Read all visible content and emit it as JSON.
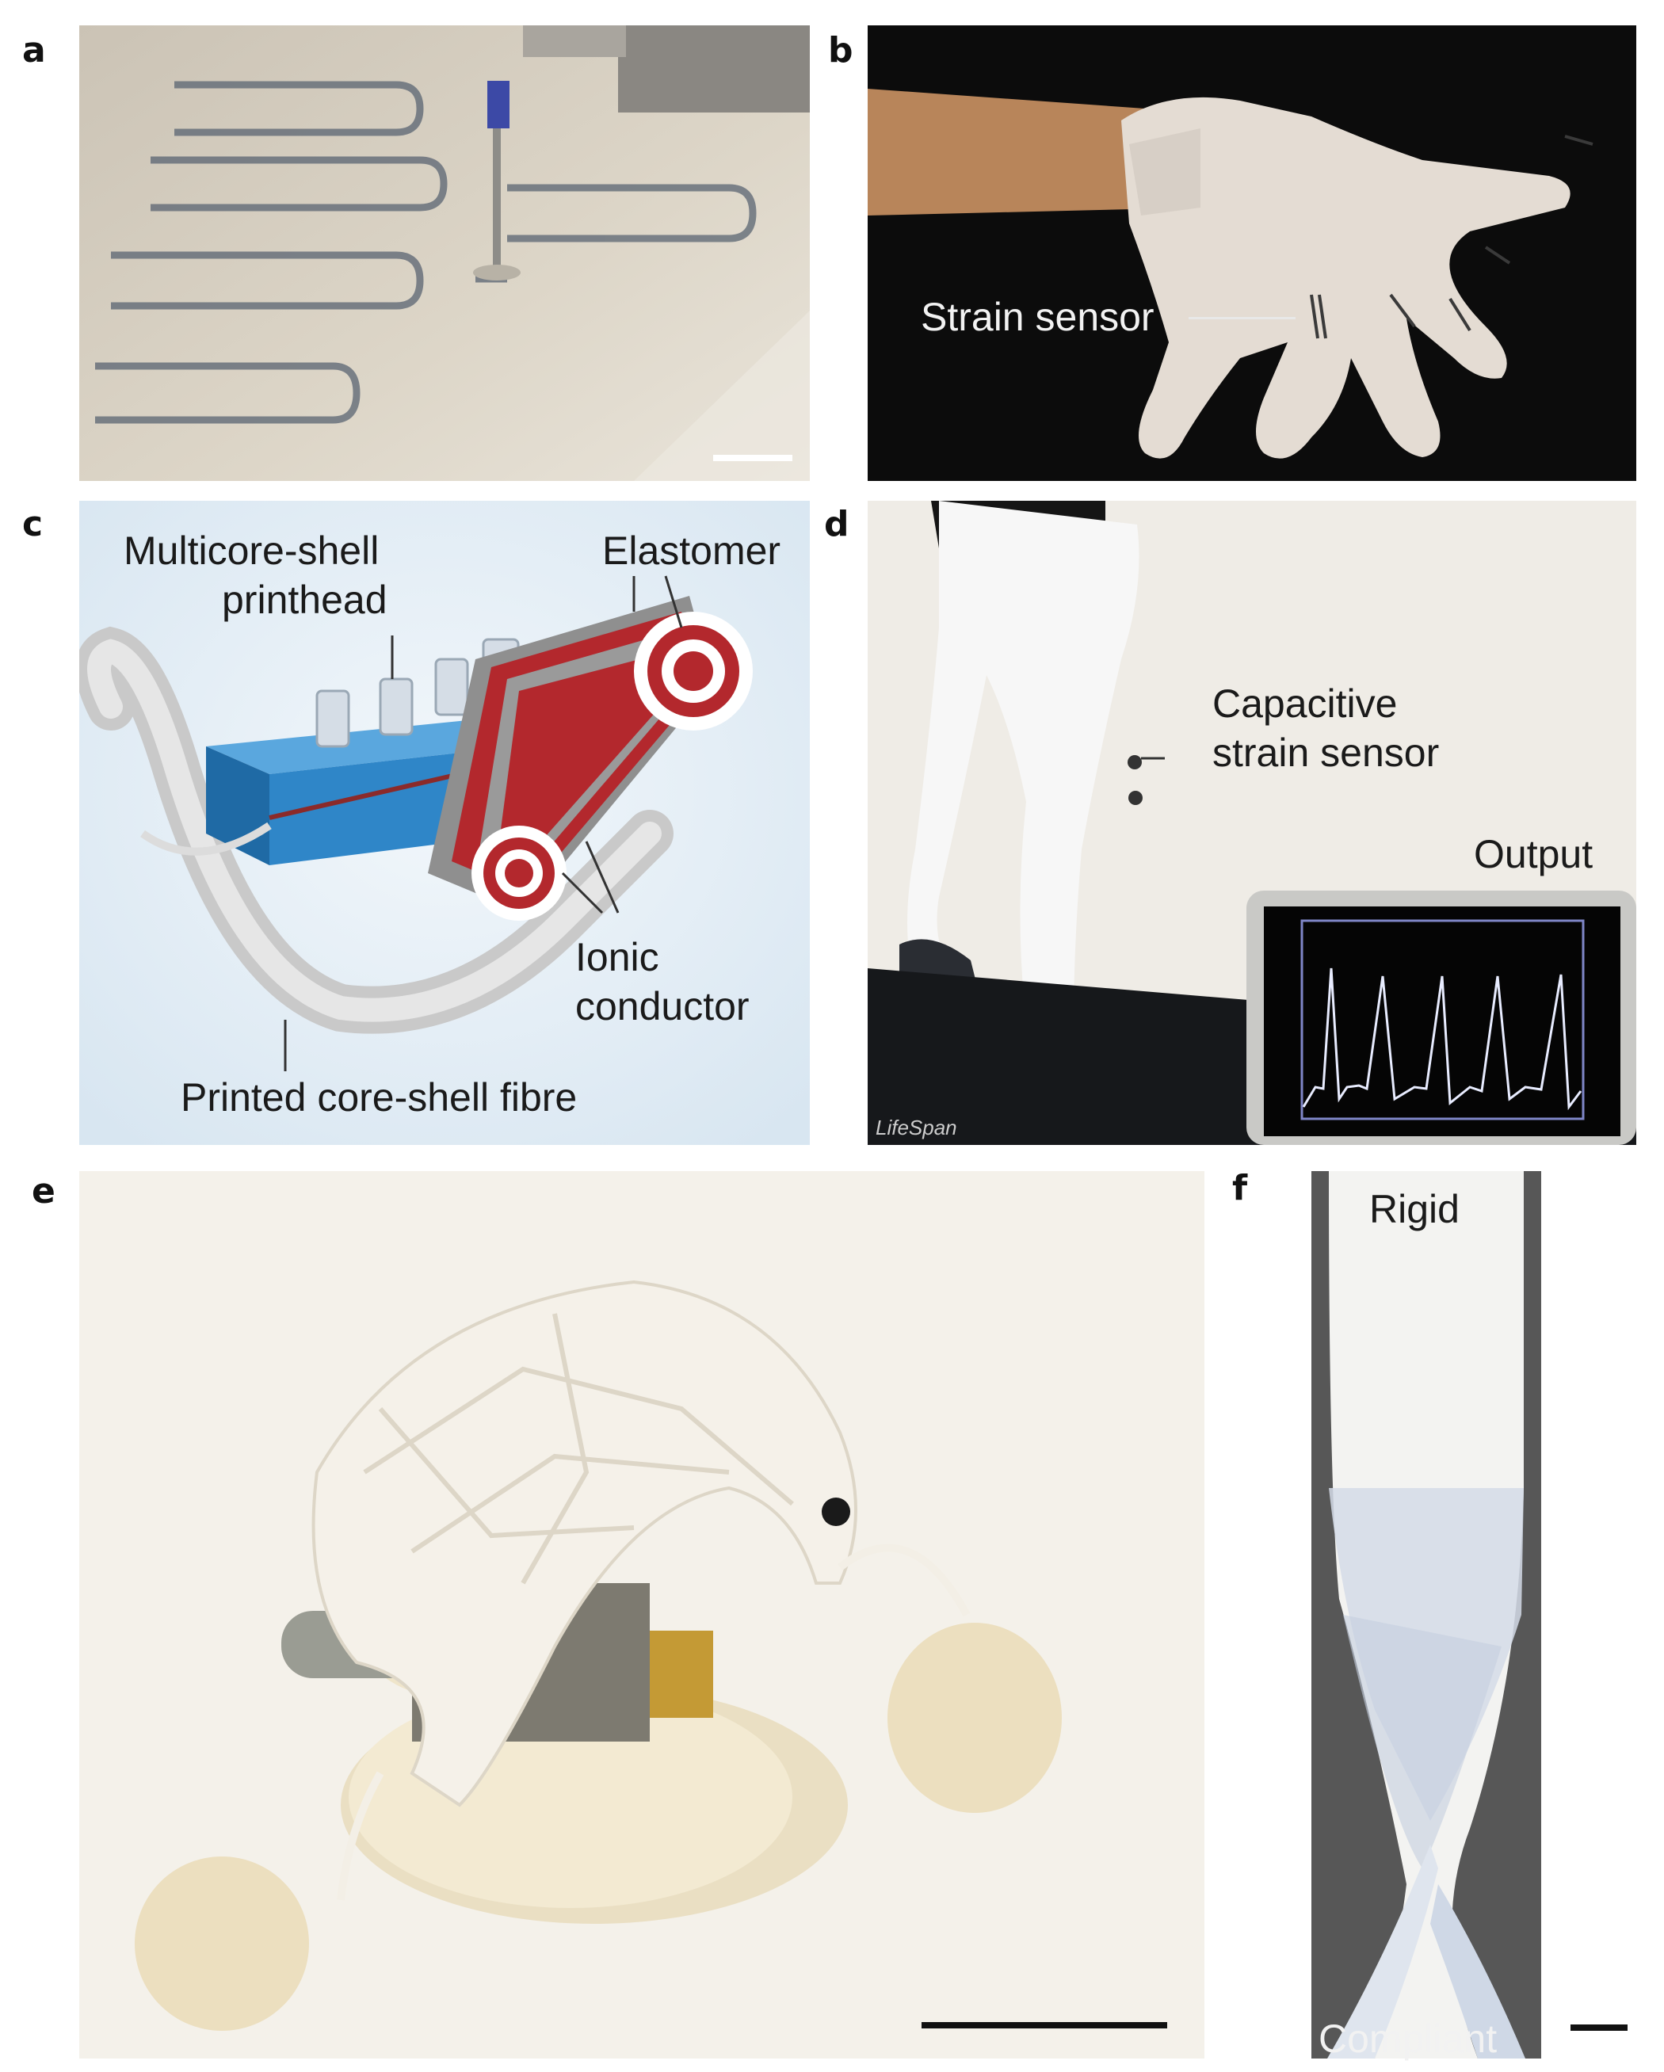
{
  "panels": {
    "a": {
      "label": "a"
    },
    "b": {
      "label": "b",
      "annotation": "Strain sensor"
    },
    "c": {
      "label": "c",
      "printhead": "Multicore-shell printhead",
      "printhead_line1": "Multicore-shell",
      "printhead_line2": "printhead",
      "elastomer": "Elastomer",
      "ionic_line1": "Ionic",
      "ionic_line2": "conductor",
      "fibre": "Printed core-shell fibre"
    },
    "d": {
      "label": "d",
      "sensor_line1": "Capacitive",
      "sensor_line2": "strain sensor",
      "output": "Output",
      "treadmill_brand": "LifeSpan"
    },
    "e": {
      "label": "e"
    },
    "f": {
      "label": "f",
      "top": "Rigid",
      "bottom": "Compliant"
    }
  },
  "colors": {
    "elastomer_red": "#b3282d",
    "printhead_blue": "#2f86c8",
    "screen_trace": "#e8ecff"
  }
}
